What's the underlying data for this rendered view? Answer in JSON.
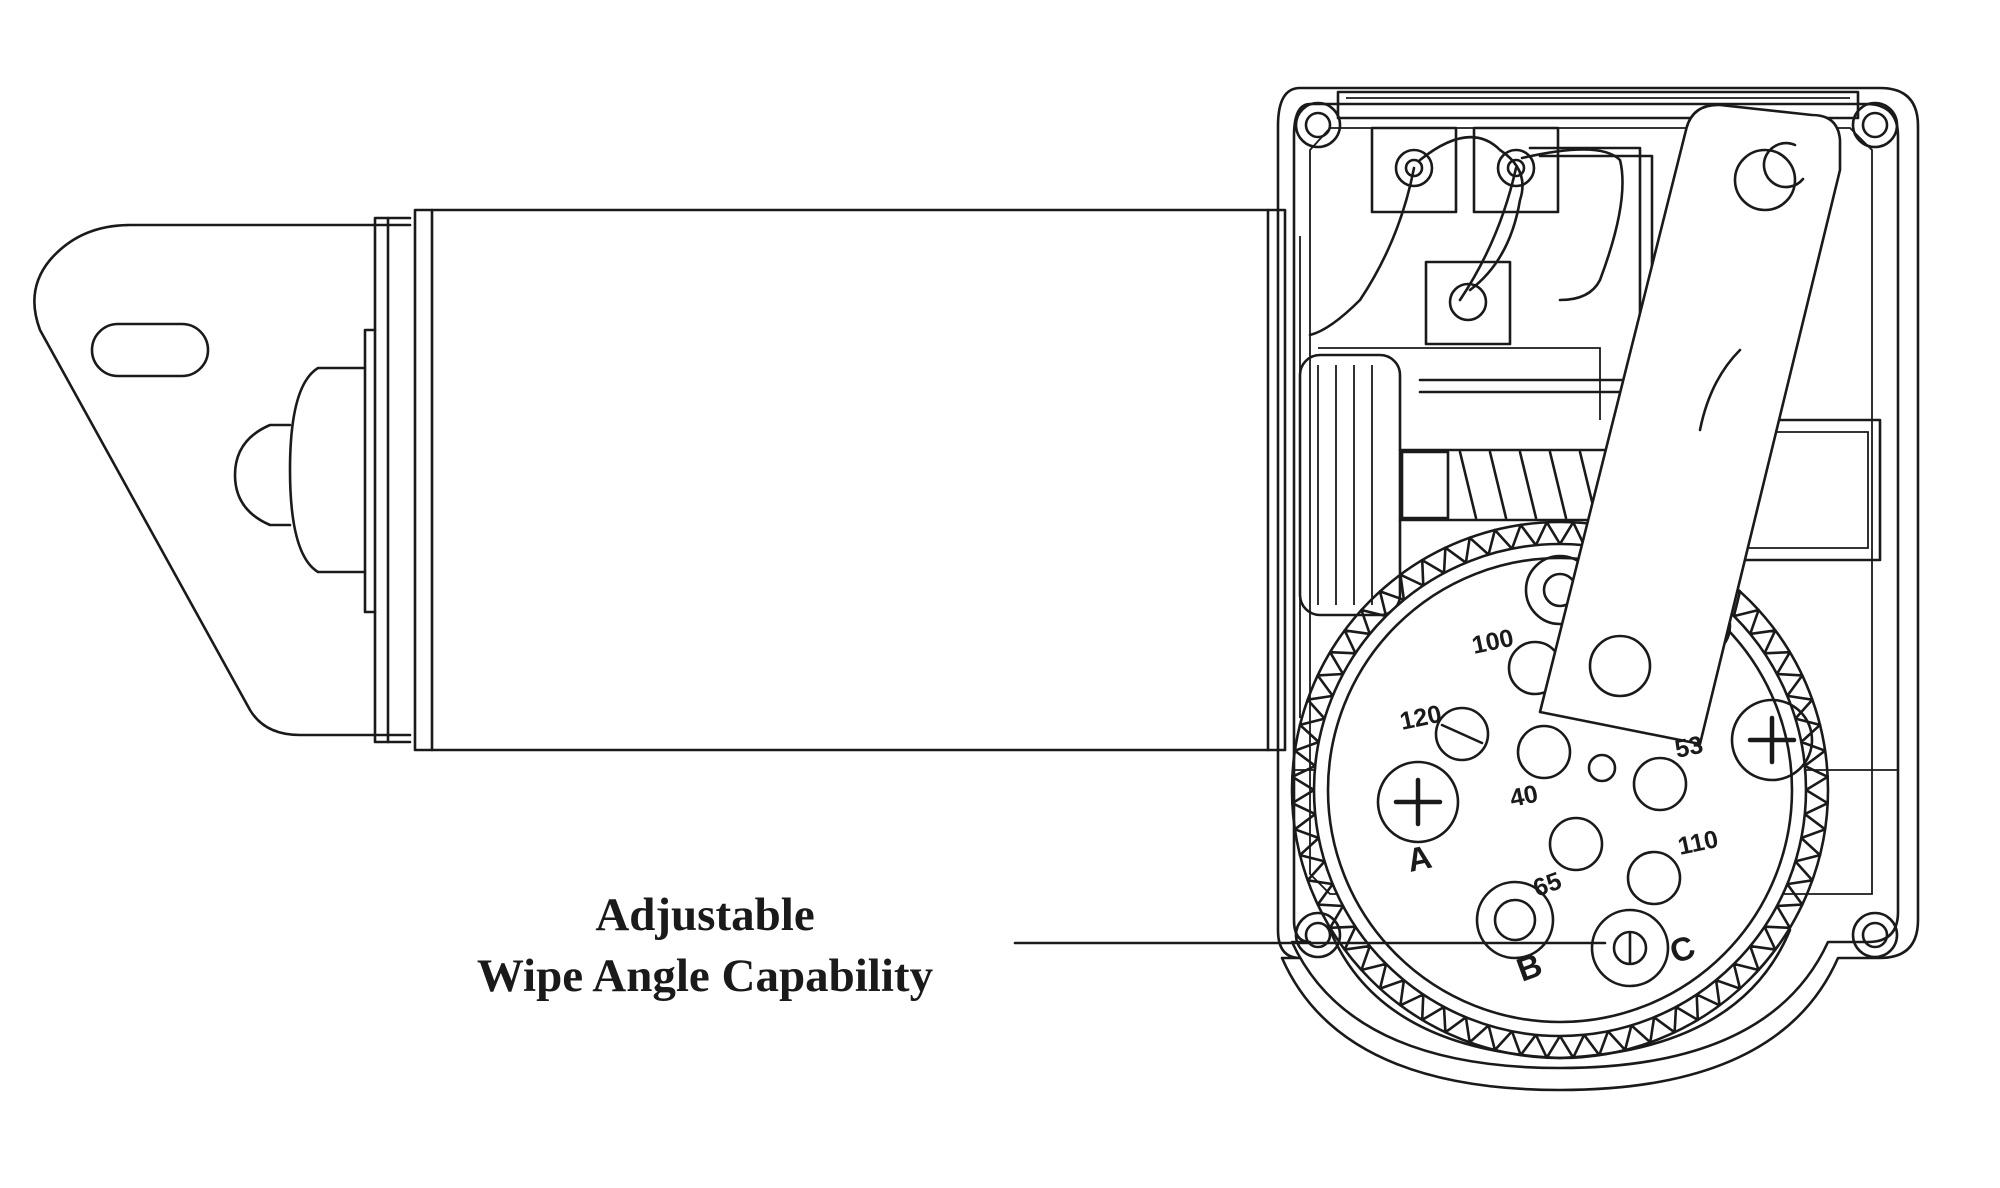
{
  "caption": {
    "line1": "Adjustable",
    "line2": "Wipe Angle Capability"
  },
  "angle_hole_labels": [
    "100",
    "120",
    "40",
    "53",
    "65",
    "110"
  ],
  "position_labels": [
    "A",
    "B",
    "C"
  ]
}
